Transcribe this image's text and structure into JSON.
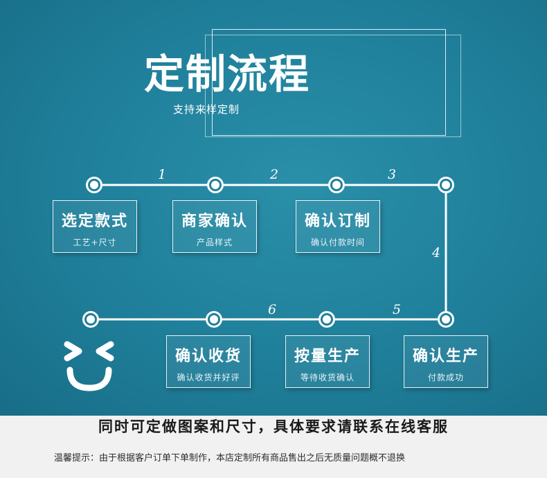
{
  "header": {
    "title": "定制流程",
    "subtitle": "支持来样定制"
  },
  "steps": [
    {
      "title": "选定款式",
      "sub": "工艺+尺寸"
    },
    {
      "title": "商家确认",
      "sub": "产品样式"
    },
    {
      "title": "确认订制",
      "sub": "确认付款时间"
    },
    {
      "title": "确认生产",
      "sub": "付款成功"
    },
    {
      "title": "按量生产",
      "sub": "等待收货确认"
    },
    {
      "title": "确认收货",
      "sub": "确认收货并好评"
    }
  ],
  "numbers": [
    "1",
    "2",
    "3",
    "4",
    "5",
    "6"
  ],
  "notice": "同时可定做图案和尺寸，具体要求请联系在线客服",
  "tip": "温馨提示：由于根据客户订单下单制作，本店定制所有商品售出之后无质量问题概不退换",
  "colors": {
    "background": "#1f7f9a",
    "line": "#ffffff",
    "bottom": "#f1f1f1"
  },
  "icons": {
    "smiley": "smiley-face-icon",
    "node": "circle-node-icon"
  }
}
